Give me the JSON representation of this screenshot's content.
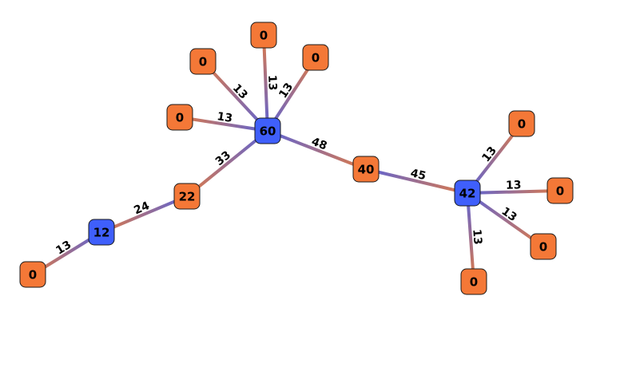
{
  "colors": {
    "hub_fill": "#3f5ffb",
    "leaf_fill": "#f47837",
    "node_stroke": "#1a1a1a",
    "edge_blue": "#5a63d8",
    "edge_orange": "#e07a45",
    "background": "#ffffff"
  },
  "graph": {
    "nodes": [
      {
        "id": "n60",
        "label": "60",
        "kind": "hub"
      },
      {
        "id": "n42",
        "label": "42",
        "kind": "hub"
      },
      {
        "id": "n12",
        "label": "12",
        "kind": "hub"
      },
      {
        "id": "n40",
        "label": "40",
        "kind": "leaf"
      },
      {
        "id": "n22",
        "label": "22",
        "kind": "leaf"
      },
      {
        "id": "a1",
        "label": "0",
        "kind": "leaf"
      },
      {
        "id": "a2",
        "label": "0",
        "kind": "leaf"
      },
      {
        "id": "a3",
        "label": "0",
        "kind": "leaf"
      },
      {
        "id": "a4",
        "label": "0",
        "kind": "leaf"
      },
      {
        "id": "b1",
        "label": "0",
        "kind": "leaf"
      },
      {
        "id": "b2",
        "label": "0",
        "kind": "leaf"
      },
      {
        "id": "b3",
        "label": "0",
        "kind": "leaf"
      },
      {
        "id": "b4",
        "label": "0",
        "kind": "leaf"
      },
      {
        "id": "c1",
        "label": "0",
        "kind": "leaf"
      }
    ],
    "edges": [
      {
        "from": "n60",
        "to": "a1",
        "label": "13"
      },
      {
        "from": "n60",
        "to": "a2",
        "label": "13"
      },
      {
        "from": "n60",
        "to": "a3",
        "label": "13"
      },
      {
        "from": "n60",
        "to": "a4",
        "label": "13"
      },
      {
        "from": "n60",
        "to": "n40",
        "label": "48"
      },
      {
        "from": "n60",
        "to": "n22",
        "label": "33"
      },
      {
        "from": "n40",
        "to": "n42",
        "label": "45"
      },
      {
        "from": "n42",
        "to": "b1",
        "label": "13"
      },
      {
        "from": "n42",
        "to": "b2",
        "label": "13"
      },
      {
        "from": "n42",
        "to": "b3",
        "label": "13"
      },
      {
        "from": "n42",
        "to": "b4",
        "label": "13"
      },
      {
        "from": "n22",
        "to": "n12",
        "label": "24"
      },
      {
        "from": "n12",
        "to": "c1",
        "label": "13"
      }
    ]
  }
}
